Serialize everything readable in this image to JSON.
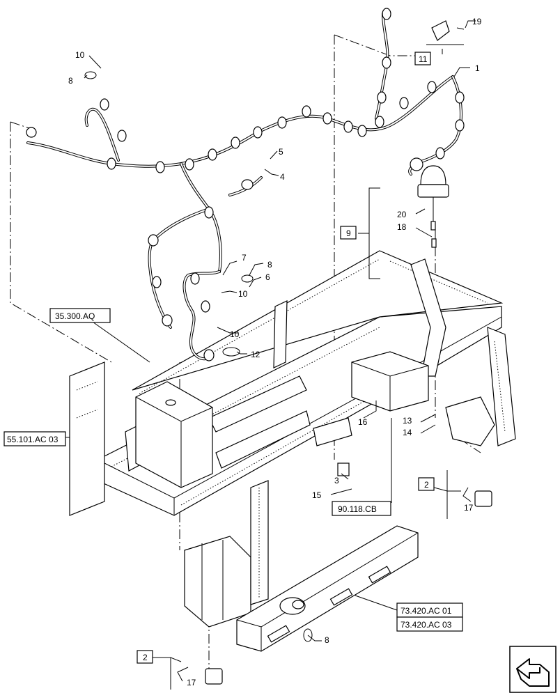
{
  "diagram": {
    "part_numbers": [
      "1",
      "2",
      "2",
      "3",
      "4",
      "5",
      "6",
      "7",
      "8",
      "8",
      "8",
      "9",
      "10",
      "10",
      "10",
      "11",
      "12",
      "13",
      "14",
      "15",
      "16",
      "17",
      "17",
      "18",
      "19",
      "20"
    ],
    "reference_boxes": [
      "35.300.AQ",
      "55.101.AC 03",
      "90.118.CB",
      "73.420.AC 01",
      "73.420.AC 03"
    ],
    "group_boxes": [
      "11",
      "9",
      "2",
      "2"
    ]
  },
  "icons": {
    "navigation": "back-arrow-icon"
  }
}
